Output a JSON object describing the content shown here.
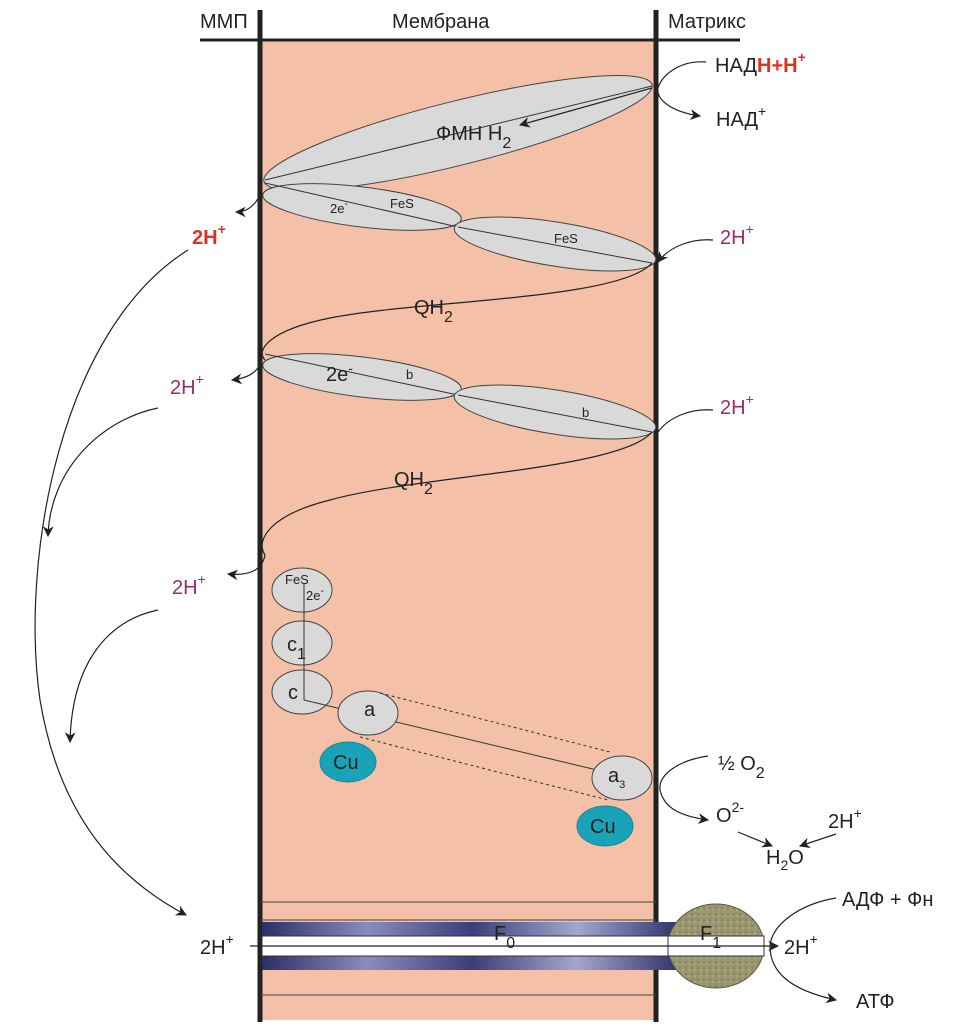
{
  "headers": {
    "left": "ММП",
    "center": "Мембрана",
    "right": "Матрикс"
  },
  "nad": {
    "left": "НАД",
    "hh": "Н+Н",
    "sup": "+",
    "out": "НАД",
    "out_sup": "+"
  },
  "fmn": {
    "label": "ФМН Н",
    "sub": "2"
  },
  "fes1": {
    "e": "2e",
    "e_sup": "-",
    "label": "FeS"
  },
  "fes2": {
    "label": "FeS"
  },
  "qh2_1": {
    "label": "QH",
    "sub": "2"
  },
  "b1": {
    "e": "2e",
    "e_sup": "-",
    "label": "b"
  },
  "b2": {
    "label": "b"
  },
  "qh2_2": {
    "label": "QH",
    "sub": "2"
  },
  "protons": {
    "h_label": "2H",
    "sup": "+"
  },
  "complex3": {
    "fes": "FeS",
    "e": "2e",
    "e_sup": "-",
    "c1": "c",
    "c1_sub": "1",
    "c": "c"
  },
  "complex4": {
    "a": "a",
    "a3": "a",
    "a3_sub": "3",
    "cu": "Cu"
  },
  "oxygen": {
    "half": "½ O",
    "half_sub": "2",
    "o": "O",
    "o_sup": "2-",
    "h2o_h": "H",
    "h2o_sub": "2",
    "h2o_o": "O"
  },
  "synthase": {
    "f0": "F",
    "f0_sub": "0",
    "f1": "F",
    "f1_sub": "1",
    "adp": "АДФ + Фн",
    "atp": "АТФ"
  },
  "colors": {
    "membrane": "#f4c0a8",
    "ellipse": "#d9d9d9",
    "copper": "#1aa3b8",
    "proton": "#9e2a6e",
    "highlight": "#e0301e",
    "f1": "#9a9670",
    "f0": "#3b3e78"
  }
}
